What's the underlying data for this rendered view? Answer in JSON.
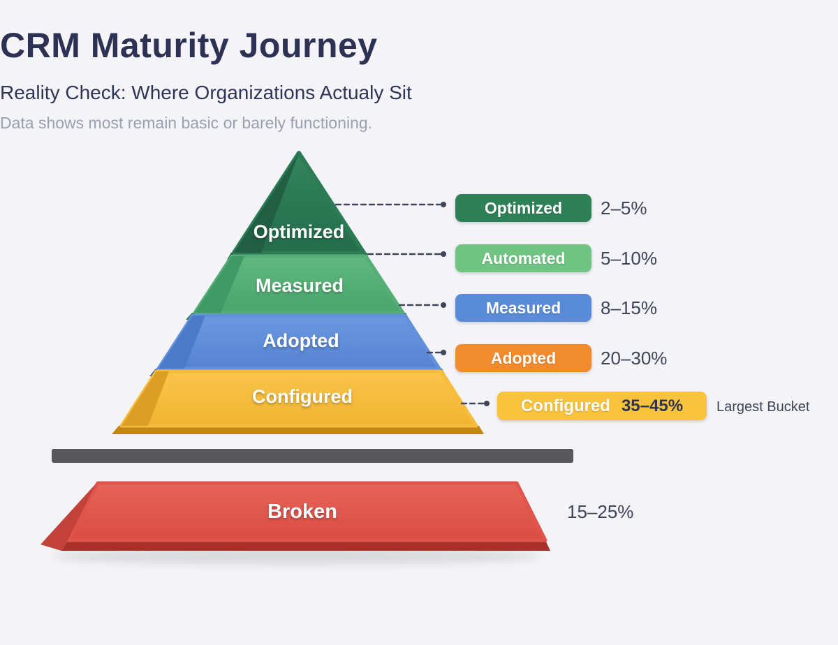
{
  "header": {
    "title": "CRM Maturity Journey",
    "subtitle": "Reality Check: Where Organizations Actualy Sit",
    "caption": "Data shows most remain basic or barely functioning."
  },
  "pyramid": {
    "levels": [
      {
        "label": "Optimized",
        "color": "#2B7B55"
      },
      {
        "label": "Measured",
        "color": "#54AE75"
      },
      {
        "label": "Adopted",
        "color": "#6290DC"
      },
      {
        "label": "Configured",
        "color": "#F6BC3D"
      }
    ]
  },
  "legend": {
    "items": [
      {
        "label": "Optimized",
        "range": "2–5%",
        "color": "#2E8156"
      },
      {
        "label": "Automated",
        "range": "5–10%",
        "color": "#70C482"
      },
      {
        "label": "Measured",
        "range": "8–15%",
        "color": "#5A8BD8"
      },
      {
        "label": "Adopted",
        "range": "20–30%",
        "color": "#F18B2D"
      },
      {
        "label": "Configured",
        "range": "35–45%",
        "color": "#F9C33C",
        "note": "Largest Bucket"
      }
    ]
  },
  "broken_tier": {
    "label": "Broken",
    "range": "15–25%",
    "color": "#E0544B"
  },
  "chart_data": {
    "type": "pyramid",
    "title": "CRM Maturity Journey",
    "categories": [
      "Optimized",
      "Automated",
      "Measured",
      "Adopted",
      "Configured",
      "Broken"
    ],
    "values_pct_range": [
      [
        2,
        5
      ],
      [
        5,
        10
      ],
      [
        8,
        15
      ],
      [
        20,
        30
      ],
      [
        35,
        45
      ],
      [
        15,
        25
      ]
    ],
    "annotations": [
      "Largest Bucket: Configured 35–45%"
    ]
  },
  "colors": {
    "background": "#F4F4F8",
    "divider_bar": "#58585B",
    "connector": "#3E4358",
    "title_text": "#2D3154",
    "caption_text": "#9AA0B0",
    "percent_text": "#3E4358"
  }
}
